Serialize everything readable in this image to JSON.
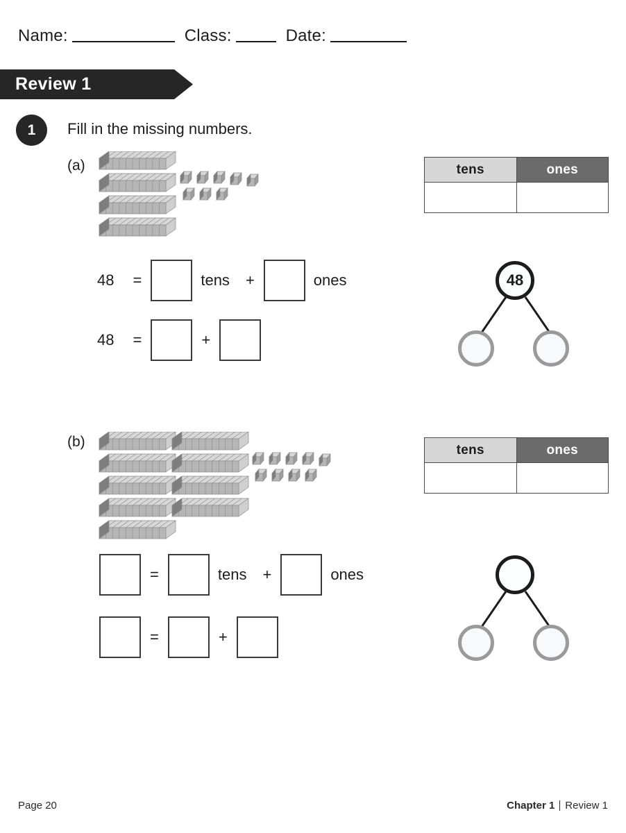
{
  "header": {
    "name_label": "Name:",
    "class_label": "Class:",
    "date_label": "Date:"
  },
  "banner": {
    "title": "Review 1"
  },
  "question": {
    "number": "1",
    "instruction": "Fill in the missing numbers."
  },
  "parts": [
    {
      "label": "(a)",
      "blocks": {
        "rod_groups": [
          4
        ],
        "ones_rows": [
          5,
          3
        ],
        "tens_count": 4,
        "ones_count": 8,
        "total": 48
      },
      "equation_tens": {
        "left_value": "48",
        "equals": "=",
        "box1": "",
        "tens_word": "tens",
        "plus": "+",
        "box2": "",
        "ones_word": "ones"
      },
      "equation_sum": {
        "left_value": "48",
        "equals": "=",
        "box1": "",
        "plus": "+",
        "box2": ""
      },
      "table": {
        "headers": [
          "tens",
          "ones"
        ],
        "cells": [
          "",
          ""
        ]
      },
      "number_bond": {
        "whole": "48",
        "part_left": "",
        "part_right": ""
      }
    },
    {
      "label": "(b)",
      "blocks": {
        "rod_groups": [
          5,
          4
        ],
        "ones_rows": [
          5,
          4
        ],
        "tens_count": 9,
        "ones_count": 9,
        "total": 99
      },
      "equation_tens": {
        "left_value": "",
        "equals": "=",
        "box1": "",
        "tens_word": "tens",
        "plus": "+",
        "box2": "",
        "ones_word": "ones"
      },
      "equation_sum": {
        "left_value": "",
        "equals": "=",
        "box1": "",
        "plus": "+",
        "box2": ""
      },
      "table": {
        "headers": [
          "tens",
          "ones"
        ],
        "cells": [
          "",
          ""
        ]
      },
      "number_bond": {
        "whole": "",
        "part_left": "",
        "part_right": ""
      }
    }
  ],
  "footer": {
    "page": "Page 20",
    "chapter": "Chapter 1",
    "section": "Review 1"
  },
  "colors": {
    "ink": "#1c1c1c",
    "banner_bg": "#262626",
    "tens_header_bg": "#d7d7d7",
    "ones_header_bg": "#6b6b6b",
    "bond_child_border": "#9a9a9a",
    "block_gray": "#a9a9a9"
  }
}
